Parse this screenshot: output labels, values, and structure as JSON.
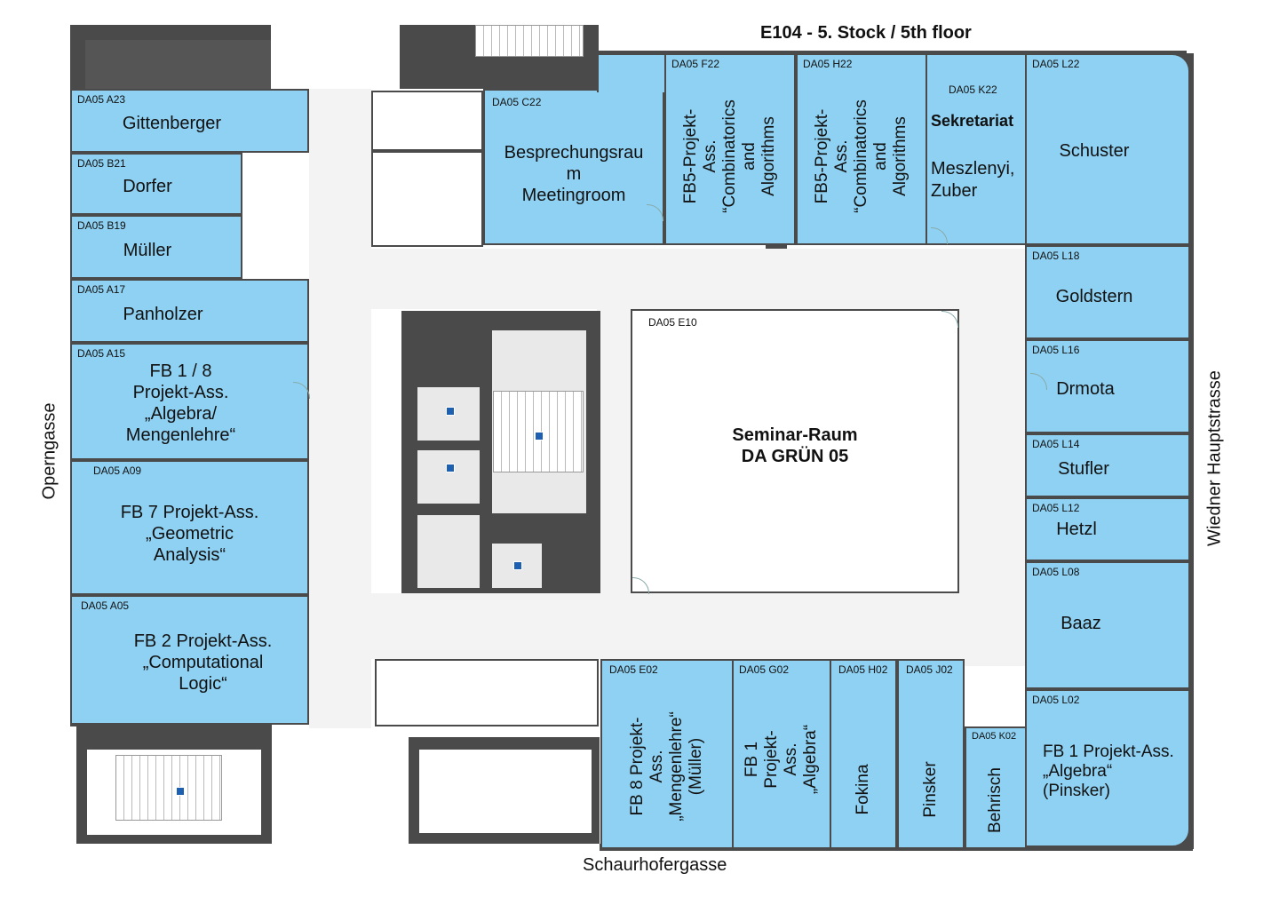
{
  "title": "E104 - 5. Stock / 5th floor",
  "streets": {
    "left": "Operngasse",
    "right": "Wiedner Hauptstrasse",
    "bottom": "Schaurhofergasse"
  },
  "seminar": {
    "code": "DA05 E10",
    "name": "Seminar-Raum\nDA GRÜN 05"
  },
  "rooms": {
    "a23": {
      "code": "DA05 A23",
      "name": "Gittenberger"
    },
    "b21": {
      "code": "DA05 B21",
      "name": "Dorfer"
    },
    "b19": {
      "code": "DA05 B19",
      "name": "Müller"
    },
    "a17": {
      "code": "DA05 A17",
      "name": "Panholzer"
    },
    "a15": {
      "code": "DA05 A15",
      "name": "FB 1 / 8\nProjekt-Ass.\n„Algebra/\nMengenlehre“"
    },
    "a09": {
      "code": "DA05 A09",
      "name": "FB 7 Projekt-Ass.\n„Geometric\nAnalysis“"
    },
    "a05": {
      "code": "DA05 A05",
      "name": "FB 2 Projekt-Ass.\n„Computational\nLogic“"
    },
    "c22": {
      "code": "DA05 C22",
      "name": "Besprechungsrau\nm\nMeetingroom"
    },
    "f22": {
      "code": "DA05 F22",
      "name": "FB5-Projekt-Ass.\n“Combinatorics and\nAlgorithms"
    },
    "h22": {
      "code": "DA05 H22",
      "name": "FB5-Projekt-Ass.\n“Combinatorics and\nAlgorithms"
    },
    "k22": {
      "code": "DA05 K22",
      "label": "Sekretariat",
      "name": "Meszlenyi,\nZuber"
    },
    "l22": {
      "code": "DA05 L22",
      "name": "Schuster"
    },
    "l18": {
      "code": "DA05 L18",
      "name": "Goldstern"
    },
    "l16": {
      "code": "DA05 L16",
      "name": "Drmota"
    },
    "l14": {
      "code": "DA05 L14",
      "name": "Stufler"
    },
    "l12": {
      "code": "DA05 L12",
      "name": "Hetzl"
    },
    "l08": {
      "code": "DA05 L08",
      "name": "Baaz"
    },
    "l02": {
      "code": "DA05 L02",
      "name": "FB 1 Projekt-Ass.\n„Algebra“\n(Pinsker)"
    },
    "e02": {
      "code": "DA05 E02",
      "name": "FB 8 Projekt-Ass.\n„Mengenlehre“\n(Müller)"
    },
    "g02": {
      "code": "DA05 G02",
      "name": "FB 1 Projekt-Ass.\n„Algebra“"
    },
    "h02": {
      "code": "DA05 H02",
      "name": "Fokina"
    },
    "j02": {
      "code": "DA05 J02",
      "name": "Pinsker"
    },
    "k02": {
      "code": "DA05 K02",
      "name": "Behrisch"
    }
  },
  "colors": {
    "room": "#8fd1f2",
    "wall": "#4a4a4a",
    "lift": "#1d5fb0"
  }
}
